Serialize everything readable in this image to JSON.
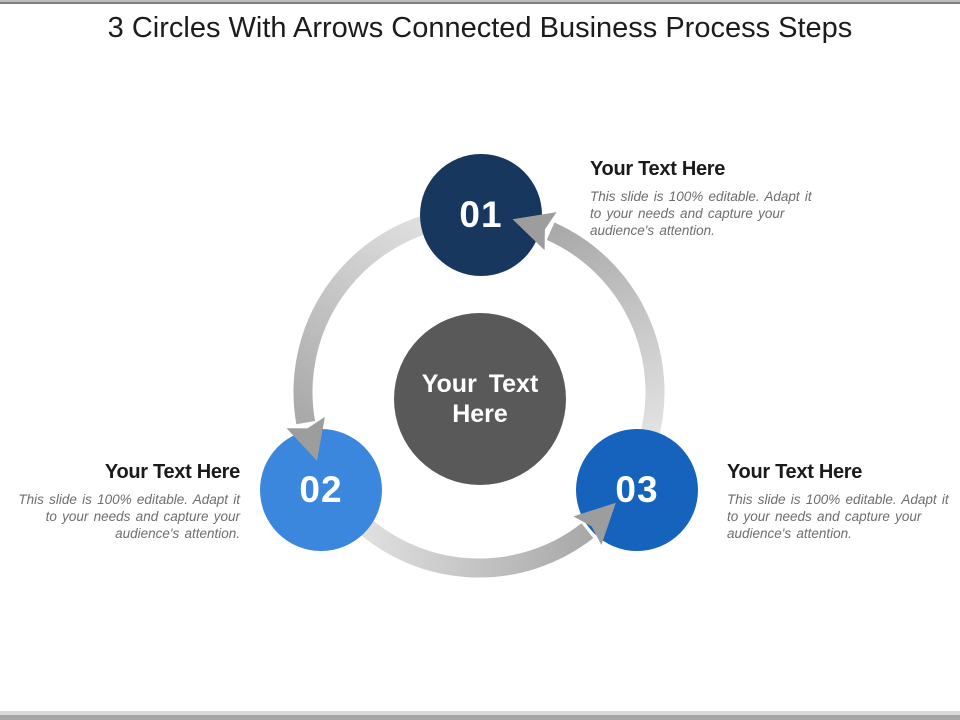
{
  "slide": {
    "title": "3 Circles With Arrows Connected Business Process Steps"
  },
  "center_circle": {
    "fill": "#595959",
    "text_color": "#ffffff",
    "lines": [
      "Your Text",
      "Here"
    ]
  },
  "steps": [
    {
      "number": "01",
      "fill": "#17375e",
      "heading": "Your Text Here",
      "body": "This slide is 100% editable. Adapt it to your needs and capture your audience's attention."
    },
    {
      "number": "02",
      "fill": "#3c87de",
      "heading": "Your Text Here",
      "body": "This slide is 100% editable. Adapt it to your needs and capture your audience's attention."
    },
    {
      "number": "03",
      "fill": "#1563bd",
      "heading": "Your Text Here",
      "body": "This slide is 100% editable. Adapt it to your needs and capture your audience's attention."
    }
  ],
  "ring": {
    "gradient_start": "#e3e3e3",
    "gradient_end": "#a9a9a9",
    "arrow_head": "#9d9d9d"
  }
}
